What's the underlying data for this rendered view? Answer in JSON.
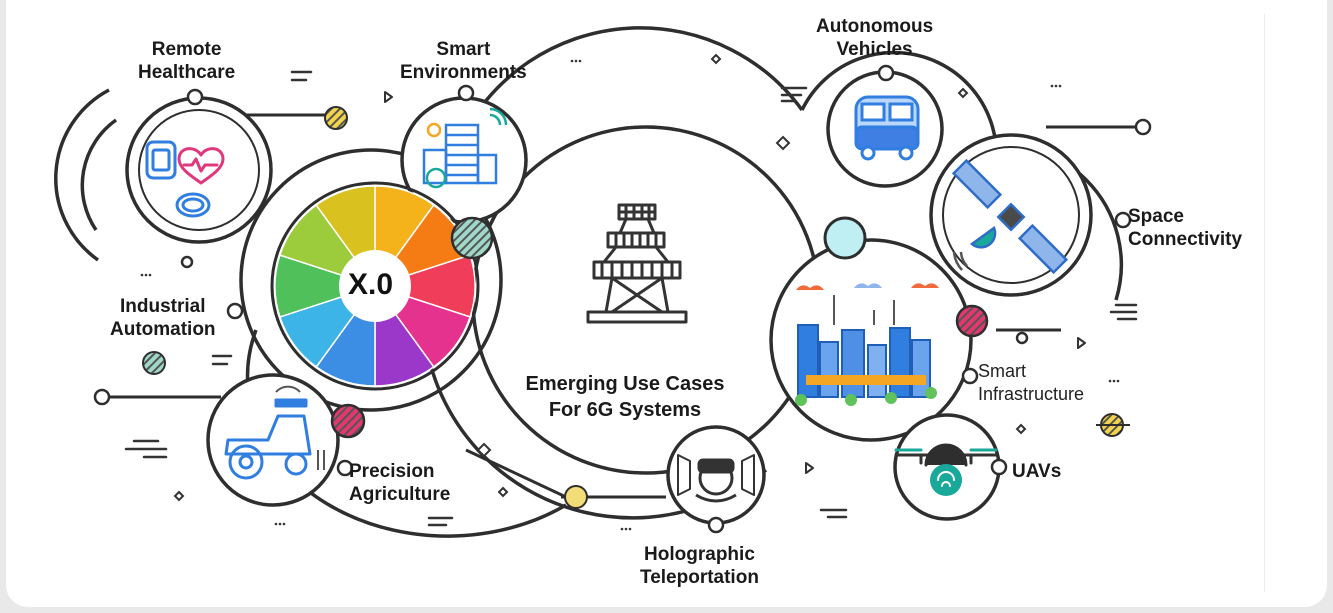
{
  "center": {
    "line1": "Emerging Use Cases",
    "line2": "For 6G Systems"
  },
  "hub": {
    "label": "X.0",
    "segment_colors": [
      "#f4b31b",
      "#f57c14",
      "#ef3d5a",
      "#e6328f",
      "#9b38c9",
      "#3b8ee4",
      "#3cb4e8",
      "#4fc05a",
      "#9ccb3b",
      "#d9c21f"
    ]
  },
  "use_cases": {
    "remote_healthcare": {
      "line1": "Remote",
      "line2": "Healthcare"
    },
    "smart_environments": {
      "line1": "Smart",
      "line2": "Environments"
    },
    "autonomous_vehicles": {
      "line1": "Autonomous",
      "line2": "Vehicles"
    },
    "space_connectivity": {
      "line1": "Space",
      "line2": "Connectivity"
    },
    "industrial_automation": {
      "line1": "Industrial",
      "line2": "Automation"
    },
    "smart_infrastructure": {
      "line1": "Smart",
      "line2": "Infrastructure"
    },
    "precision_agriculture": {
      "line1": "Precision",
      "line2": "Agriculture"
    },
    "holographic_teleportation": {
      "line1": "Holographic",
      "line2": "Teleportation"
    },
    "uavs": {
      "line1": "UAVs"
    }
  },
  "icons": {
    "remote_healthcare": "smartwatch-heart-icon",
    "smart_environments": "smart-buildings-icon",
    "autonomous_vehicles": "van-icon",
    "space_connectivity": "satellite-icon",
    "smart_infrastructure": "smart-city-icon",
    "precision_agriculture": "tractor-icon",
    "holographic_teleportation": "vr-headset-icon",
    "uavs": "drone-icon",
    "center": "cell-tower-icon"
  },
  "colors": {
    "stroke": "#333333",
    "accent_blue": "#2f7ee0",
    "accent_pink": "#e0387e",
    "accent_teal": "#1aa89a",
    "accent_yellow": "#f2d14b"
  }
}
